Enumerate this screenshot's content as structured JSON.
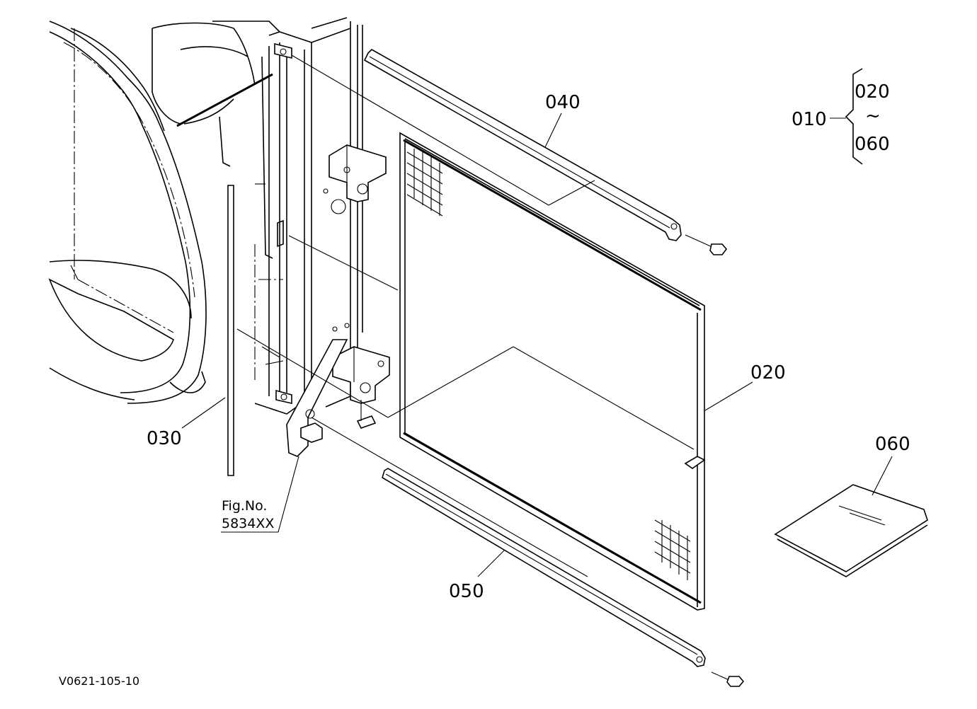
{
  "labels": {
    "p010": "010",
    "p020_group": "020",
    "tilde": "~",
    "p060_group": "060",
    "p040": "040",
    "p020": "020",
    "p030": "030",
    "p050": "050",
    "p060": "060",
    "fig_ref_line1": "Fig.No.",
    "fig_ref_line2": "5834XX",
    "drawing_code": "V0621-105-10"
  }
}
